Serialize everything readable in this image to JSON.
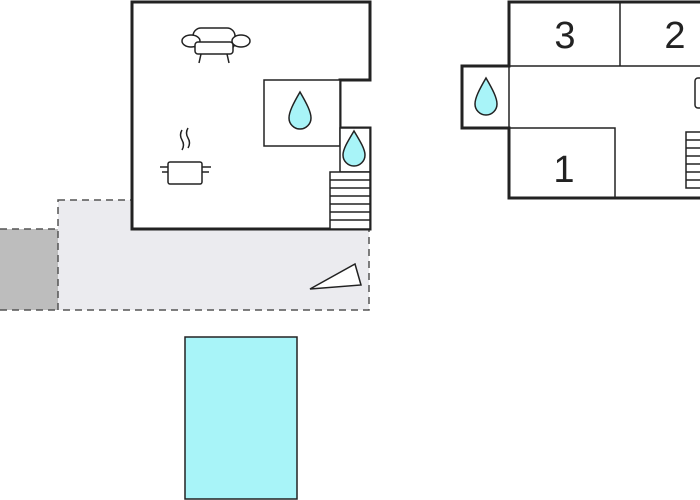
{
  "colors": {
    "wall": "#222222",
    "background": "#ffffff",
    "terrace": "#ebebef",
    "parking": "#bdbdbd",
    "pool": "#a8f4f8",
    "water_drop": "#a8f4f8",
    "dashed_border": "#555555"
  },
  "rooms": [
    {
      "name": "bedroom-3",
      "number": "3"
    },
    {
      "name": "bedroom-2",
      "number": "2"
    },
    {
      "name": "bedroom-1",
      "number": "1"
    }
  ],
  "icons": {
    "sofa": "sofa-icon",
    "cooking_pot": "cooking-pot-icon",
    "water_drop": "water-drop-icon",
    "stairs": "stairs-icon",
    "ramp": "ramp-icon"
  }
}
